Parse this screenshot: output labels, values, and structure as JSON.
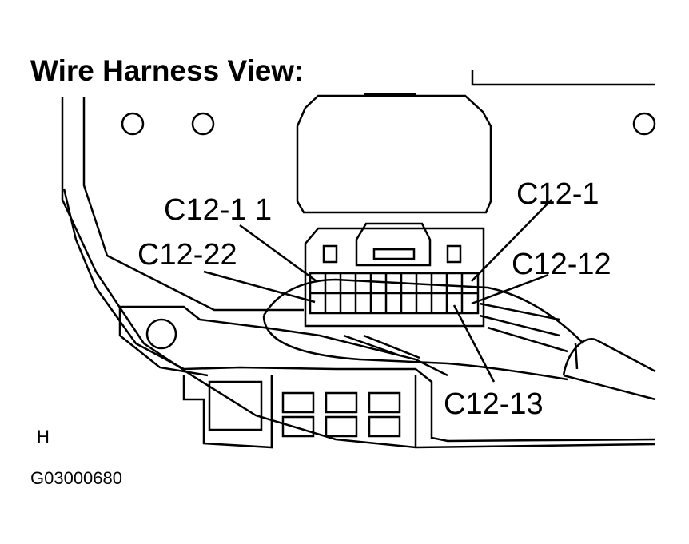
{
  "title": "Wire Harness View:",
  "labels": {
    "c12_11": "C12-1 1",
    "c12_1": "C12-1",
    "c12_22": "C12-22",
    "c12_12": "C12-12",
    "c12_13": "C12-13"
  },
  "view_marker": "H",
  "figure_code": "G03000680"
}
